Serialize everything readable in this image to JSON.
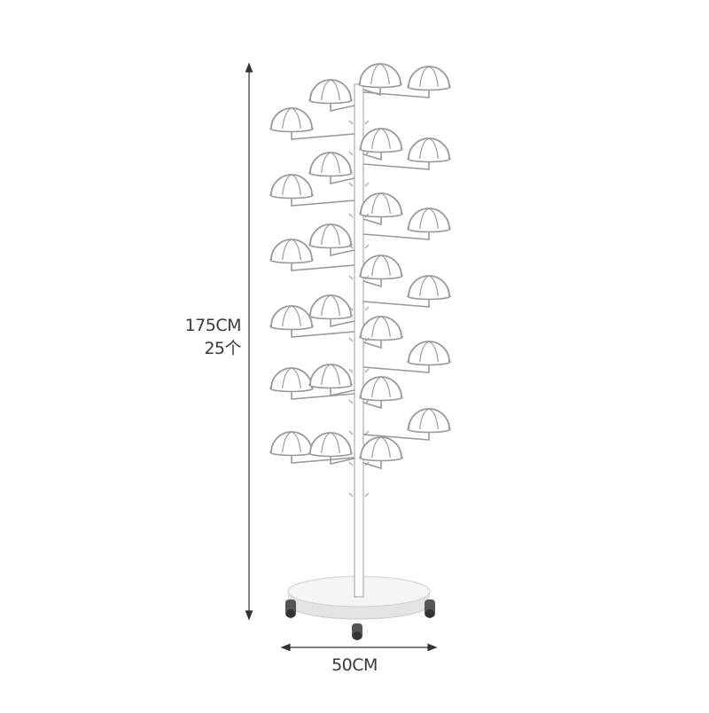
{
  "product": {
    "height_text": "175CM",
    "count_text": "25个",
    "width_text": "50CM"
  },
  "colors": {
    "background": "#ffffff",
    "wire": "#9a9a9a",
    "wire_fill": "#ffffff",
    "base_top": "#f3f3f3",
    "base_side": "#e2e2e2",
    "dimension_line": "#333333",
    "wheel": "#444444"
  }
}
